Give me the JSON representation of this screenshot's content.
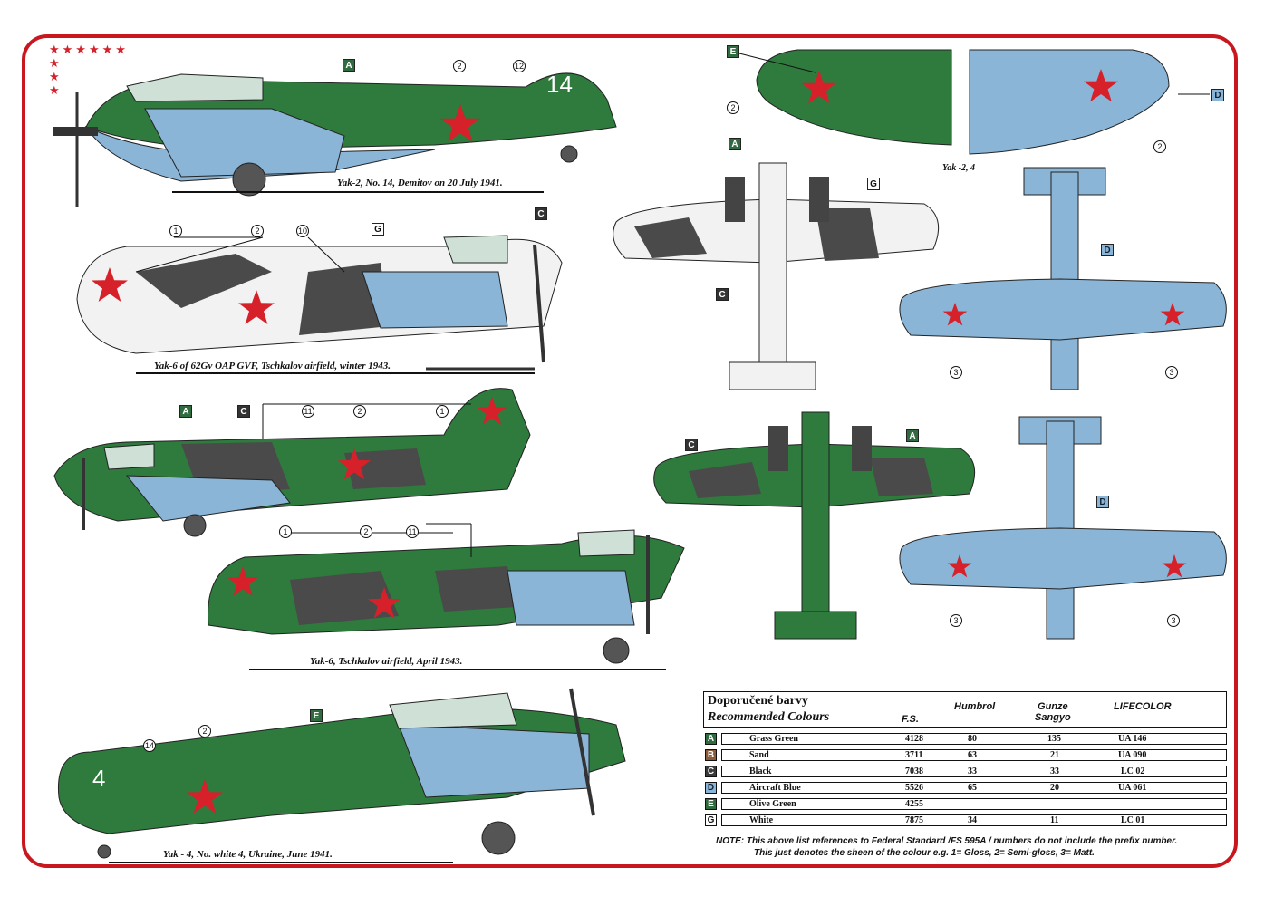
{
  "captions": {
    "yak2": "Yak-2, No. 14, Demitov on 20 July 1941.",
    "yak6_62": "Yak-6 of 62Gv OAP GVF, Tschkalov airfield, winter 1943.",
    "yak6_apr": "Yak-6, Tschkalov airfield, April 1943.",
    "yak4": "Yak - 4, No. white 4, Ukraine, June 1941.",
    "wing_detail": "Yak -2, 4"
  },
  "markings": {
    "yak2_number": "14",
    "yak4_number": "4",
    "stars_top": "★★★★★★",
    "stars_side": "★\n★\n★"
  },
  "callouts": {
    "A": "A",
    "C": "C",
    "D": "D",
    "E": "E",
    "G": "G",
    "n1": "1",
    "n2": "2",
    "n3": "3",
    "n10": "10",
    "n11": "11",
    "n12": "12",
    "n14": "14"
  },
  "colours_table": {
    "title_cz": "Doporučené barvy",
    "title_en": "Recommended  Colours",
    "headers": {
      "fs": "F.S.",
      "humbrol": "Humbrol",
      "gunze": "Gunze\nSangyo",
      "lifecolor": "LIFECOLOR"
    },
    "rows": [
      {
        "code": "A",
        "swatch": "#2f6b3e",
        "name": "Grass  Green",
        "fs": "4128",
        "humbrol": "80",
        "gunze": "135",
        "lifecolor": "UA 146"
      },
      {
        "code": "B",
        "swatch": "#8a5a3a",
        "name": "Sand",
        "fs": "3711",
        "humbrol": "63",
        "gunze": "21",
        "lifecolor": "UA 090"
      },
      {
        "code": "C",
        "swatch": "#3a3a3a",
        "name": "Black",
        "fs": "7038",
        "humbrol": "33",
        "gunze": "33",
        "lifecolor": "LC 02"
      },
      {
        "code": "D",
        "swatch": "#8ab5d6",
        "name": "Aircraft Blue",
        "fs": "5526",
        "humbrol": "65",
        "gunze": "20",
        "lifecolor": "UA 061"
      },
      {
        "code": "E",
        "swatch": "#2f6b3e",
        "name": "Olive Green",
        "fs": "4255",
        "humbrol": "",
        "gunze": "",
        "lifecolor": ""
      },
      {
        "code": "G",
        "swatch": "#ffffff",
        "name": "White",
        "fs": "7875",
        "humbrol": "34",
        "gunze": "11",
        "lifecolor": "LC 01"
      }
    ]
  },
  "note": {
    "line1": "NOTE:  This above list  references to Federal Standard /FS 595A / numbers do not include the prefix number.",
    "line2": "This just denotes the sheen of the colour e.g.   1=  Gloss,  2= Semi-gloss,  3= Matt."
  },
  "colors": {
    "frame": "#c8171e",
    "green": "#2f7a3d",
    "blue": "#8ab5d6",
    "black": "#3a3a3a",
    "star": "#d6202a"
  }
}
